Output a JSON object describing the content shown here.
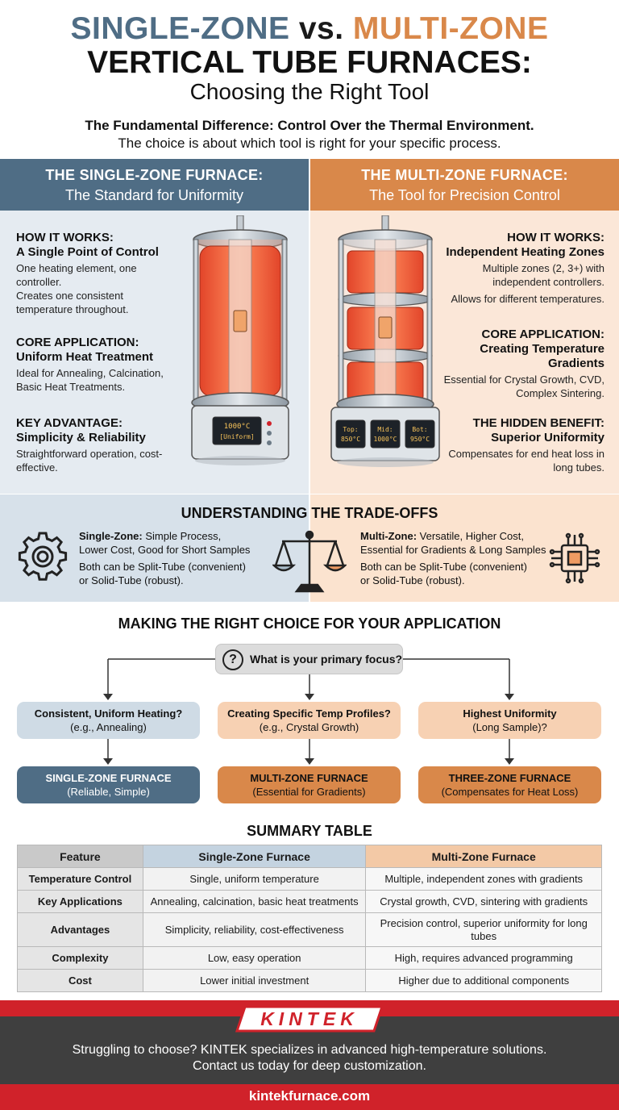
{
  "header": {
    "title_single": "SINGLE-ZONE",
    "title_vs": "vs.",
    "title_multi": "MULTI-ZONE",
    "title_line2": "VERTICAL TUBE FURNACES:",
    "title_line3": "Choosing the Right Tool",
    "subhead_bold": "The Fundamental Difference: Control Over the Thermal Environment.",
    "subhead": "The choice is about which tool is right for your specific process."
  },
  "single_zone": {
    "heading": "THE SINGLE-ZONE FURNACE:",
    "subheading": "The Standard for Uniformity",
    "how_label": "HOW IT WORKS:",
    "how_strong": "A Single Point of Control",
    "how_text1": "One heating element, one controller.",
    "how_text2": "Creates one consistent temperature throughout.",
    "core_label": "CORE APPLICATION:",
    "core_strong": "Uniform Heat Treatment",
    "core_text": "Ideal for Annealing, Calcination, Basic Heat Treatments.",
    "adv_label": "KEY ADVANTAGE:",
    "adv_strong": "Simplicity & Reliability",
    "adv_text": "Straightforward operation, cost-effective.",
    "display_line1": "1000°C",
    "display_line2": "[Uniform]"
  },
  "multi_zone": {
    "heading": "THE MULTI-ZONE FURNACE:",
    "subheading": "The Tool for Precision Control",
    "how_label": "HOW IT WORKS:",
    "how_strong": "Independent Heating Zones",
    "how_text1": "Multiple zones (2, 3+) with independent controllers.",
    "how_text2": "Allows for different temperatures.",
    "core_label": "CORE APPLICATION:",
    "core_strong": "Creating Temperature Gradients",
    "core_text": "Essential for Crystal Growth, CVD, Complex Sintering.",
    "benefit_label": "THE HIDDEN BENEFIT:",
    "benefit_strong": "Superior Uniformity",
    "benefit_text": "Compensates for end heat loss in long tubes.",
    "display1_line1": "Top:",
    "display1_line2": "850°C",
    "display2_line1": "Mid:",
    "display2_line2": "1000°C",
    "display3_line1": "Bot:",
    "display3_line2": "950°C"
  },
  "tradeoffs": {
    "title": "UNDERSTANDING THE TRADE-OFFS",
    "single_label": "Single-Zone:",
    "single_line1": " Simple Process,",
    "single_line2": "Lower Cost, Good for Short Samples",
    "single_line3": "Both can be Split-Tube (convenient)",
    "single_line4": "or Solid-Tube (robust).",
    "multi_label": "Multi-Zone:",
    "multi_line1": " Versatile, Higher Cost,",
    "multi_line2": "Essential for Gradients & Long Samples",
    "multi_line3": "Both can be Split-Tube (convenient)",
    "multi_line4": "or Solid-Tube (robust)."
  },
  "choice": {
    "title": "MAKING THE RIGHT CHOICE FOR YOUR APPLICATION",
    "question_icon": "?",
    "question": "What is your primary focus?",
    "q1_strong": "Consistent, Uniform Heating?",
    "q1_text": "(e.g., Annealing)",
    "q2_strong": "Creating Specific Temp Profiles?",
    "q2_text": "(e.g., Crystal Growth)",
    "q3_strong": "Highest Uniformity",
    "q3_text": "(Long Sample)?",
    "a1_strong": "SINGLE-ZONE FURNACE",
    "a1_text": "(Reliable, Simple)",
    "a2_strong": "MULTI-ZONE FURNACE",
    "a2_text": "(Essential for Gradients)",
    "a3_strong": "THREE-ZONE FURNACE",
    "a3_text": "(Compensates for Heat Loss)"
  },
  "summary": {
    "title": "SUMMARY TABLE",
    "headers": [
      "Feature",
      "Single-Zone Furnace",
      "Multi-Zone Furnace"
    ],
    "rows": [
      [
        "Temperature Control",
        "Single, uniform temperature",
        "Multiple, independent zones with gradients"
      ],
      [
        "Key Applications",
        "Annealing, calcination, basic heat treatments",
        "Crystal growth, CVD, sintering with gradients"
      ],
      [
        "Advantages",
        "Simplicity, reliability, cost-effectiveness",
        "Precision control, superior uniformity for long tubes"
      ],
      [
        "Complexity",
        "Low, easy operation",
        "High, requires advanced programming"
      ],
      [
        "Cost",
        "Lower initial investment",
        "Higher due to additional components"
      ]
    ]
  },
  "footer": {
    "brand": "KINTEK",
    "line1": "Struggling to choose? KINTEK specializes in advanced high-temperature solutions.",
    "line2": "Contact us today for deep customization.",
    "url": "kintekfurnace.com"
  },
  "colors": {
    "single_accent": "#4f6d85",
    "multi_accent": "#d9884a",
    "brand_red": "#d0222a",
    "footer_dark": "#3f3f3f"
  }
}
